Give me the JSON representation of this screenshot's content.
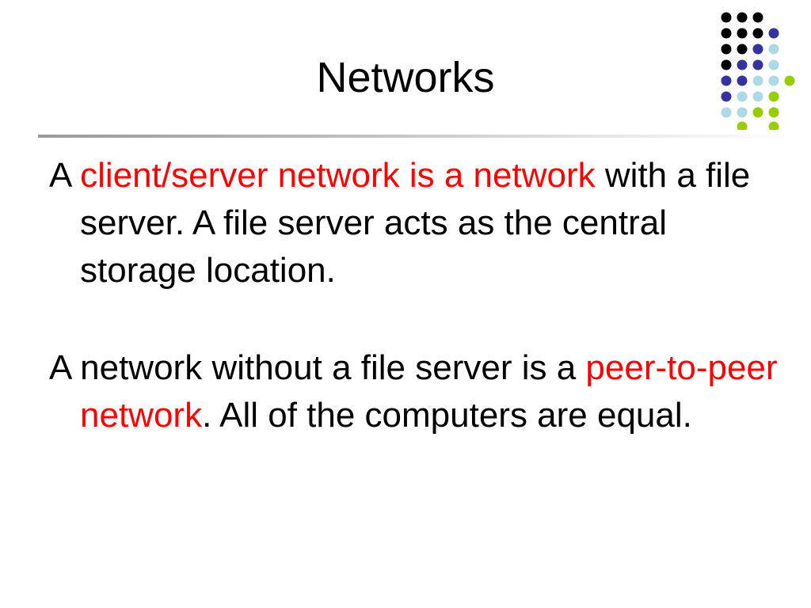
{
  "slide": {
    "title": "Networks",
    "paragraphs": [
      {
        "before": "A ",
        "highlight": "client/server network is a network",
        "after": " with a file server. A file server acts as the central storage location."
      },
      {
        "before": "A network without a file server is a ",
        "highlight": "peer-to-peer network",
        "after": ".  All of the computers are equal."
      }
    ]
  },
  "colors": {
    "highlight": "#ff0000",
    "dot_black": "#000000",
    "dot_navy": "#3333a0",
    "dot_lightblue": "#add8e6",
    "dot_green": "#99cc00"
  }
}
